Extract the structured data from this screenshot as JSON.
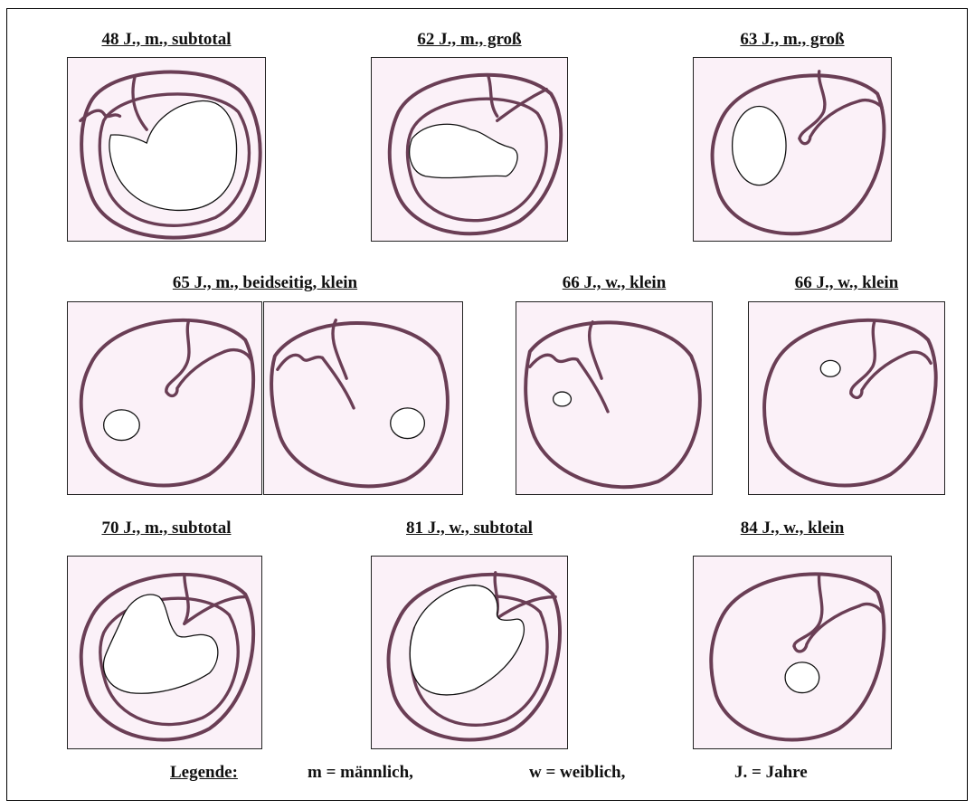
{
  "captions": {
    "p1": "48 J., m., subtotal",
    "p2": "62 J., m., groß",
    "p3": "63 J., m., groß",
    "p4": "65 J., m., beidseitig, klein",
    "p5": "66 J., w., klein",
    "p6": "66 J., w., klein",
    "p7": "70 J., m., subtotal",
    "p8": "81 J., w., subtotal",
    "p9": "84 J., w., klein"
  },
  "legend": {
    "title": "Legende:",
    "m": "m = männlich,",
    "w": "w = weiblich,",
    "j": "J. = Jahre"
  },
  "colors": {
    "panel_background": "#fbf1f8",
    "heart_outline": "#6a3e55",
    "lesion_fill": "#ffffff",
    "lesion_outline": "#111111"
  }
}
